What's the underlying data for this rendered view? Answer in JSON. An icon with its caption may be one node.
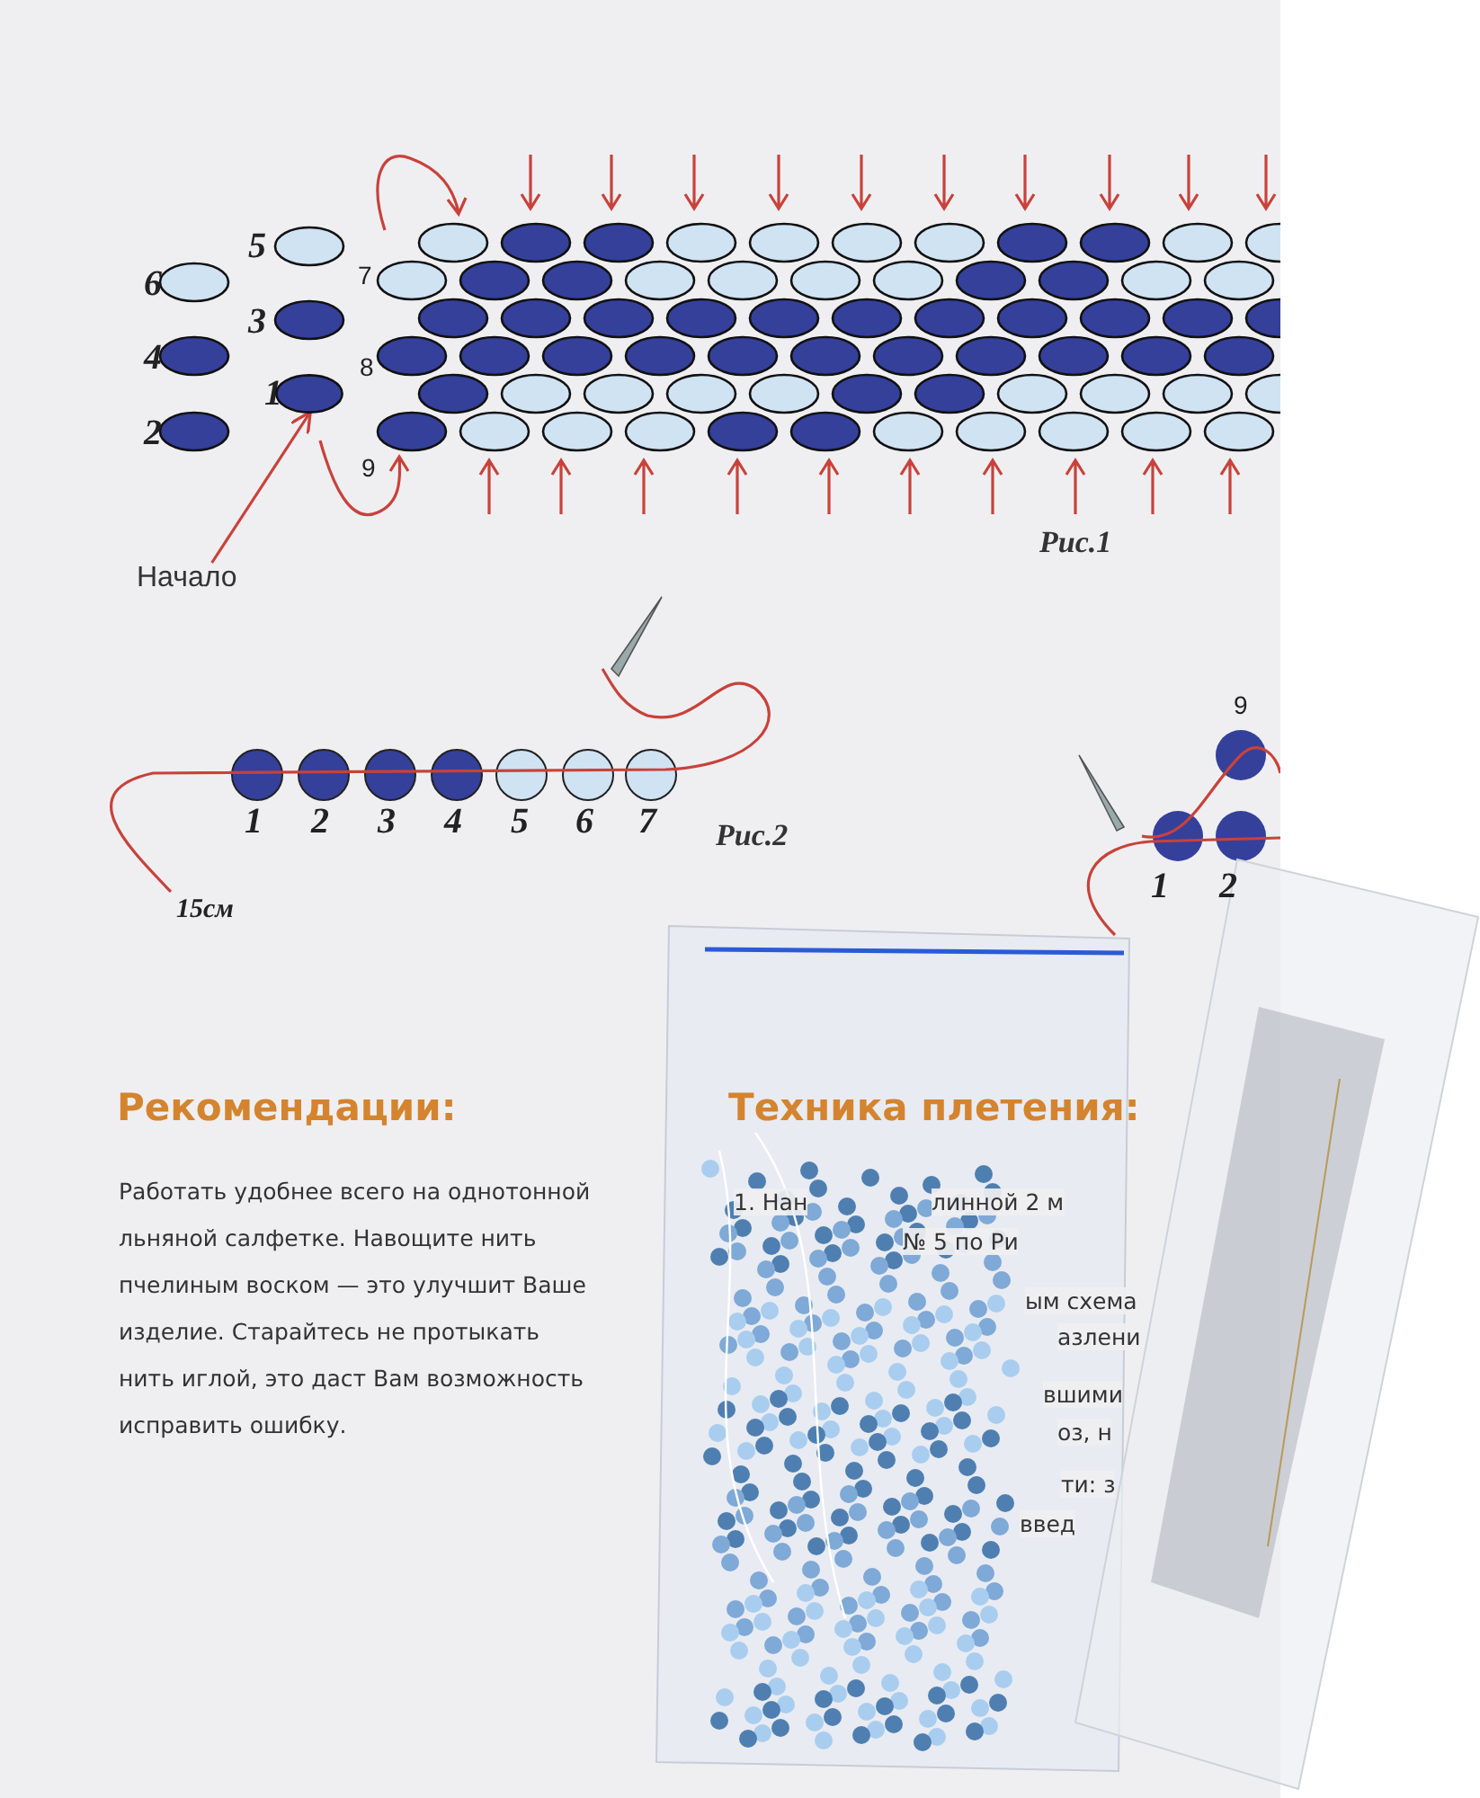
{
  "diagram": {
    "nodes": [
      {
        "text": [
          "Начало"
        ]
      },
      {
        "text": [],
        "shape": "ellipse"
      }
    ],
    "edges": [
      {
        "from": 0,
        "to": 1,
        "arrow": "to"
      }
    ],
    "labels": [
      "6",
      "5",
      "7",
      "4",
      "3",
      "8",
      "2",
      "1",
      "9",
      "Рис.1",
      "1",
      "2",
      "3",
      "4",
      "5",
      "6",
      "7",
      "Рис.2",
      "15см",
      "9",
      "1",
      "2",
      "Рекомендации:",
      "Техника плетения:",
      "Работать удобнее всего на однотонной льняной салфетке. Навощите нить пчелиным воском — это улучшит Ваше изделие. Старайтесь не протыкать нить иглой, это даст Вам возможность исправить ошибку.",
      "1. Нан",
      "линной 2 м",
      "№ 5 по Ри",
      "ым схема",
      "азлени",
      "вшими",
      "оз, н",
      "ти: з",
      "введ"
    ]
  }
}
